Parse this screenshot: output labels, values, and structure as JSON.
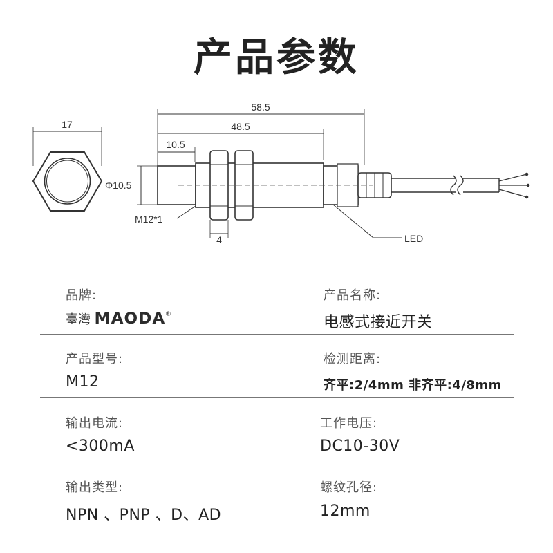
{
  "title": "产品参数",
  "diagram": {
    "dim_hex_width": "17",
    "dim_total_length": "58.5",
    "dim_body_length": "48.5",
    "dim_sensor_length": "10.5",
    "dim_diameter": "Φ10.5",
    "dim_thread": "M12*1",
    "dim_nut_width": "4",
    "led_label": "LED"
  },
  "specs": {
    "brand": {
      "label": "品牌:",
      "prefix": "臺灣",
      "logo": "MAODA",
      "reg": "®"
    },
    "product_name": {
      "label": "产品名称:",
      "value": "电感式接近开关"
    },
    "model": {
      "label": "产品型号:",
      "value": "M12"
    },
    "detect_distance": {
      "label": "检测距离:",
      "value": "齐平:2/4mm 非齐平:4/8mm"
    },
    "output_current": {
      "label": "输出电流:",
      "value": "<300mA"
    },
    "voltage": {
      "label": "工作电压:",
      "value": "DC10-30V"
    },
    "output_type": {
      "label": "输出类型:",
      "value": "NPN 、PNP 、D、AD"
    },
    "thread_diameter": {
      "label": "螺纹孔径:",
      "value": "12mm"
    }
  }
}
